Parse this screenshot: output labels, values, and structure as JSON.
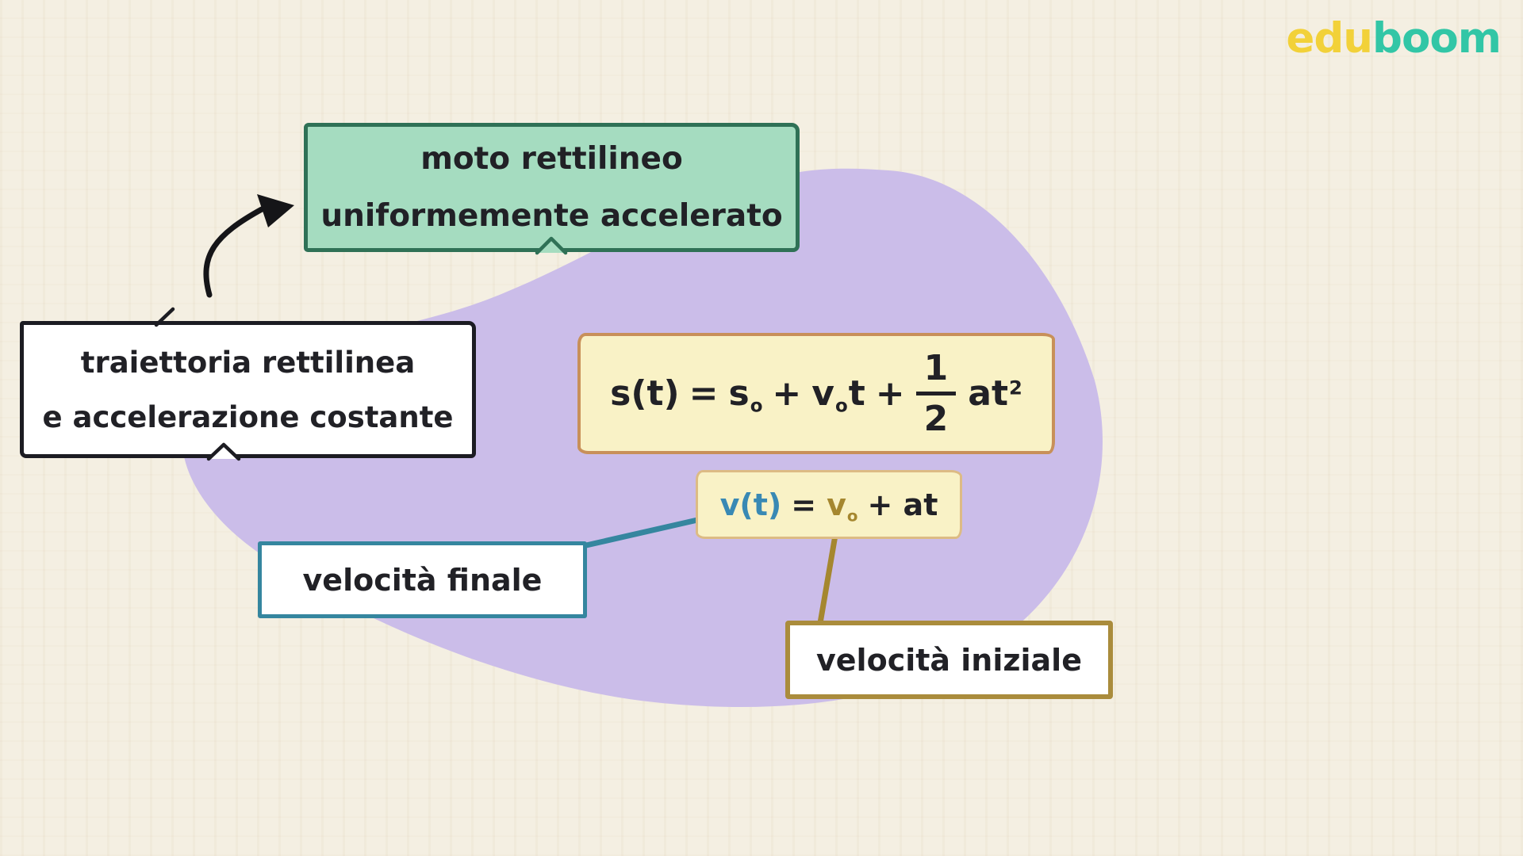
{
  "logo": {
    "edu": "edu",
    "boom": "boom"
  },
  "concept_box": {
    "line1": "moto rettilineo",
    "line2": "uniformemente accelerato"
  },
  "definition_box": {
    "line1": "traiettoria rettilinea",
    "line2": "e accelerazione costante"
  },
  "formula_position": {
    "lhs": "s(t)",
    "equals": "=",
    "s0_base": "s",
    "s0_sub": "o",
    "plus1": "+",
    "v0_base": "v",
    "v0_sub": "o",
    "t_factor": "t",
    "plus2": "+",
    "frac_num": "1",
    "frac_den": "2",
    "at_base": "at",
    "at_sup": "2"
  },
  "formula_velocity": {
    "lhs": "v(t)",
    "equals": "=",
    "v0_base": "v",
    "v0_sub": "o",
    "rest": "+ at"
  },
  "labels": {
    "final_velocity": "velocità finale",
    "initial_velocity": "velocità iniziale"
  },
  "colors": {
    "background": "#F4EFE2",
    "blob": "#CBBDE9",
    "green_fill": "#A5DCC0",
    "green_border": "#2F7156",
    "yellow_fill": "#F9F2C6",
    "yellow_border": "#C89059",
    "teal": "#35869F",
    "teal_text": "#3989B4",
    "gold": "#A5872F",
    "gold_border": "#AA8C3C",
    "ink": "#212126",
    "logo_yellow": "#F2D139",
    "logo_teal": "#32C6A6"
  }
}
